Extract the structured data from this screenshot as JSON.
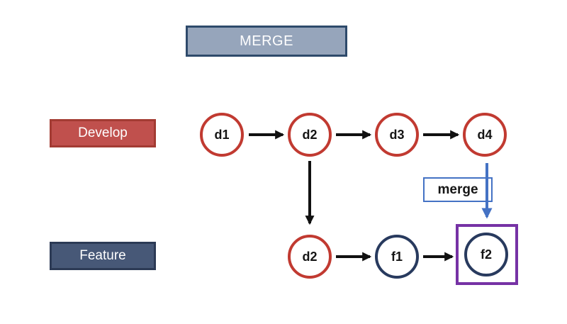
{
  "title": {
    "label": "MERGE"
  },
  "branches": [
    {
      "id": "develop",
      "label": "Develop",
      "box_fill": "#c0504d",
      "box_border": "#a33b33"
    },
    {
      "id": "feature",
      "label": "Feature",
      "box_fill": "#475877",
      "box_border": "#2c3a55"
    }
  ],
  "nodes": {
    "d1": "d1",
    "d2": "d2",
    "d3": "d3",
    "d4": "d4",
    "feature_d2": "d2",
    "f1": "f1",
    "f2": "f2"
  },
  "edges": [
    {
      "from": "d1",
      "to": "d2",
      "type": "commit"
    },
    {
      "from": "d2",
      "to": "d3",
      "type": "commit"
    },
    {
      "from": "d3",
      "to": "d4",
      "type": "commit"
    },
    {
      "from": "d2",
      "to": "feature_d2",
      "type": "branch"
    },
    {
      "from": "feature_d2",
      "to": "f1",
      "type": "commit"
    },
    {
      "from": "f1",
      "to": "f2",
      "type": "commit"
    },
    {
      "from": "d4",
      "to": "f2",
      "type": "merge"
    }
  ],
  "merge_tag": {
    "label": "merge"
  },
  "colors": {
    "develop_node_stroke": "#c13a31",
    "feature_node_stroke": "#283a5e",
    "merge_arrow_blue": "#4472c4",
    "highlight_frame_purple": "#7632a5",
    "title_fill": "#96a5bb",
    "title_border": "#2e4a6b",
    "arrow_black": "#111111",
    "background": "#ffffff"
  }
}
